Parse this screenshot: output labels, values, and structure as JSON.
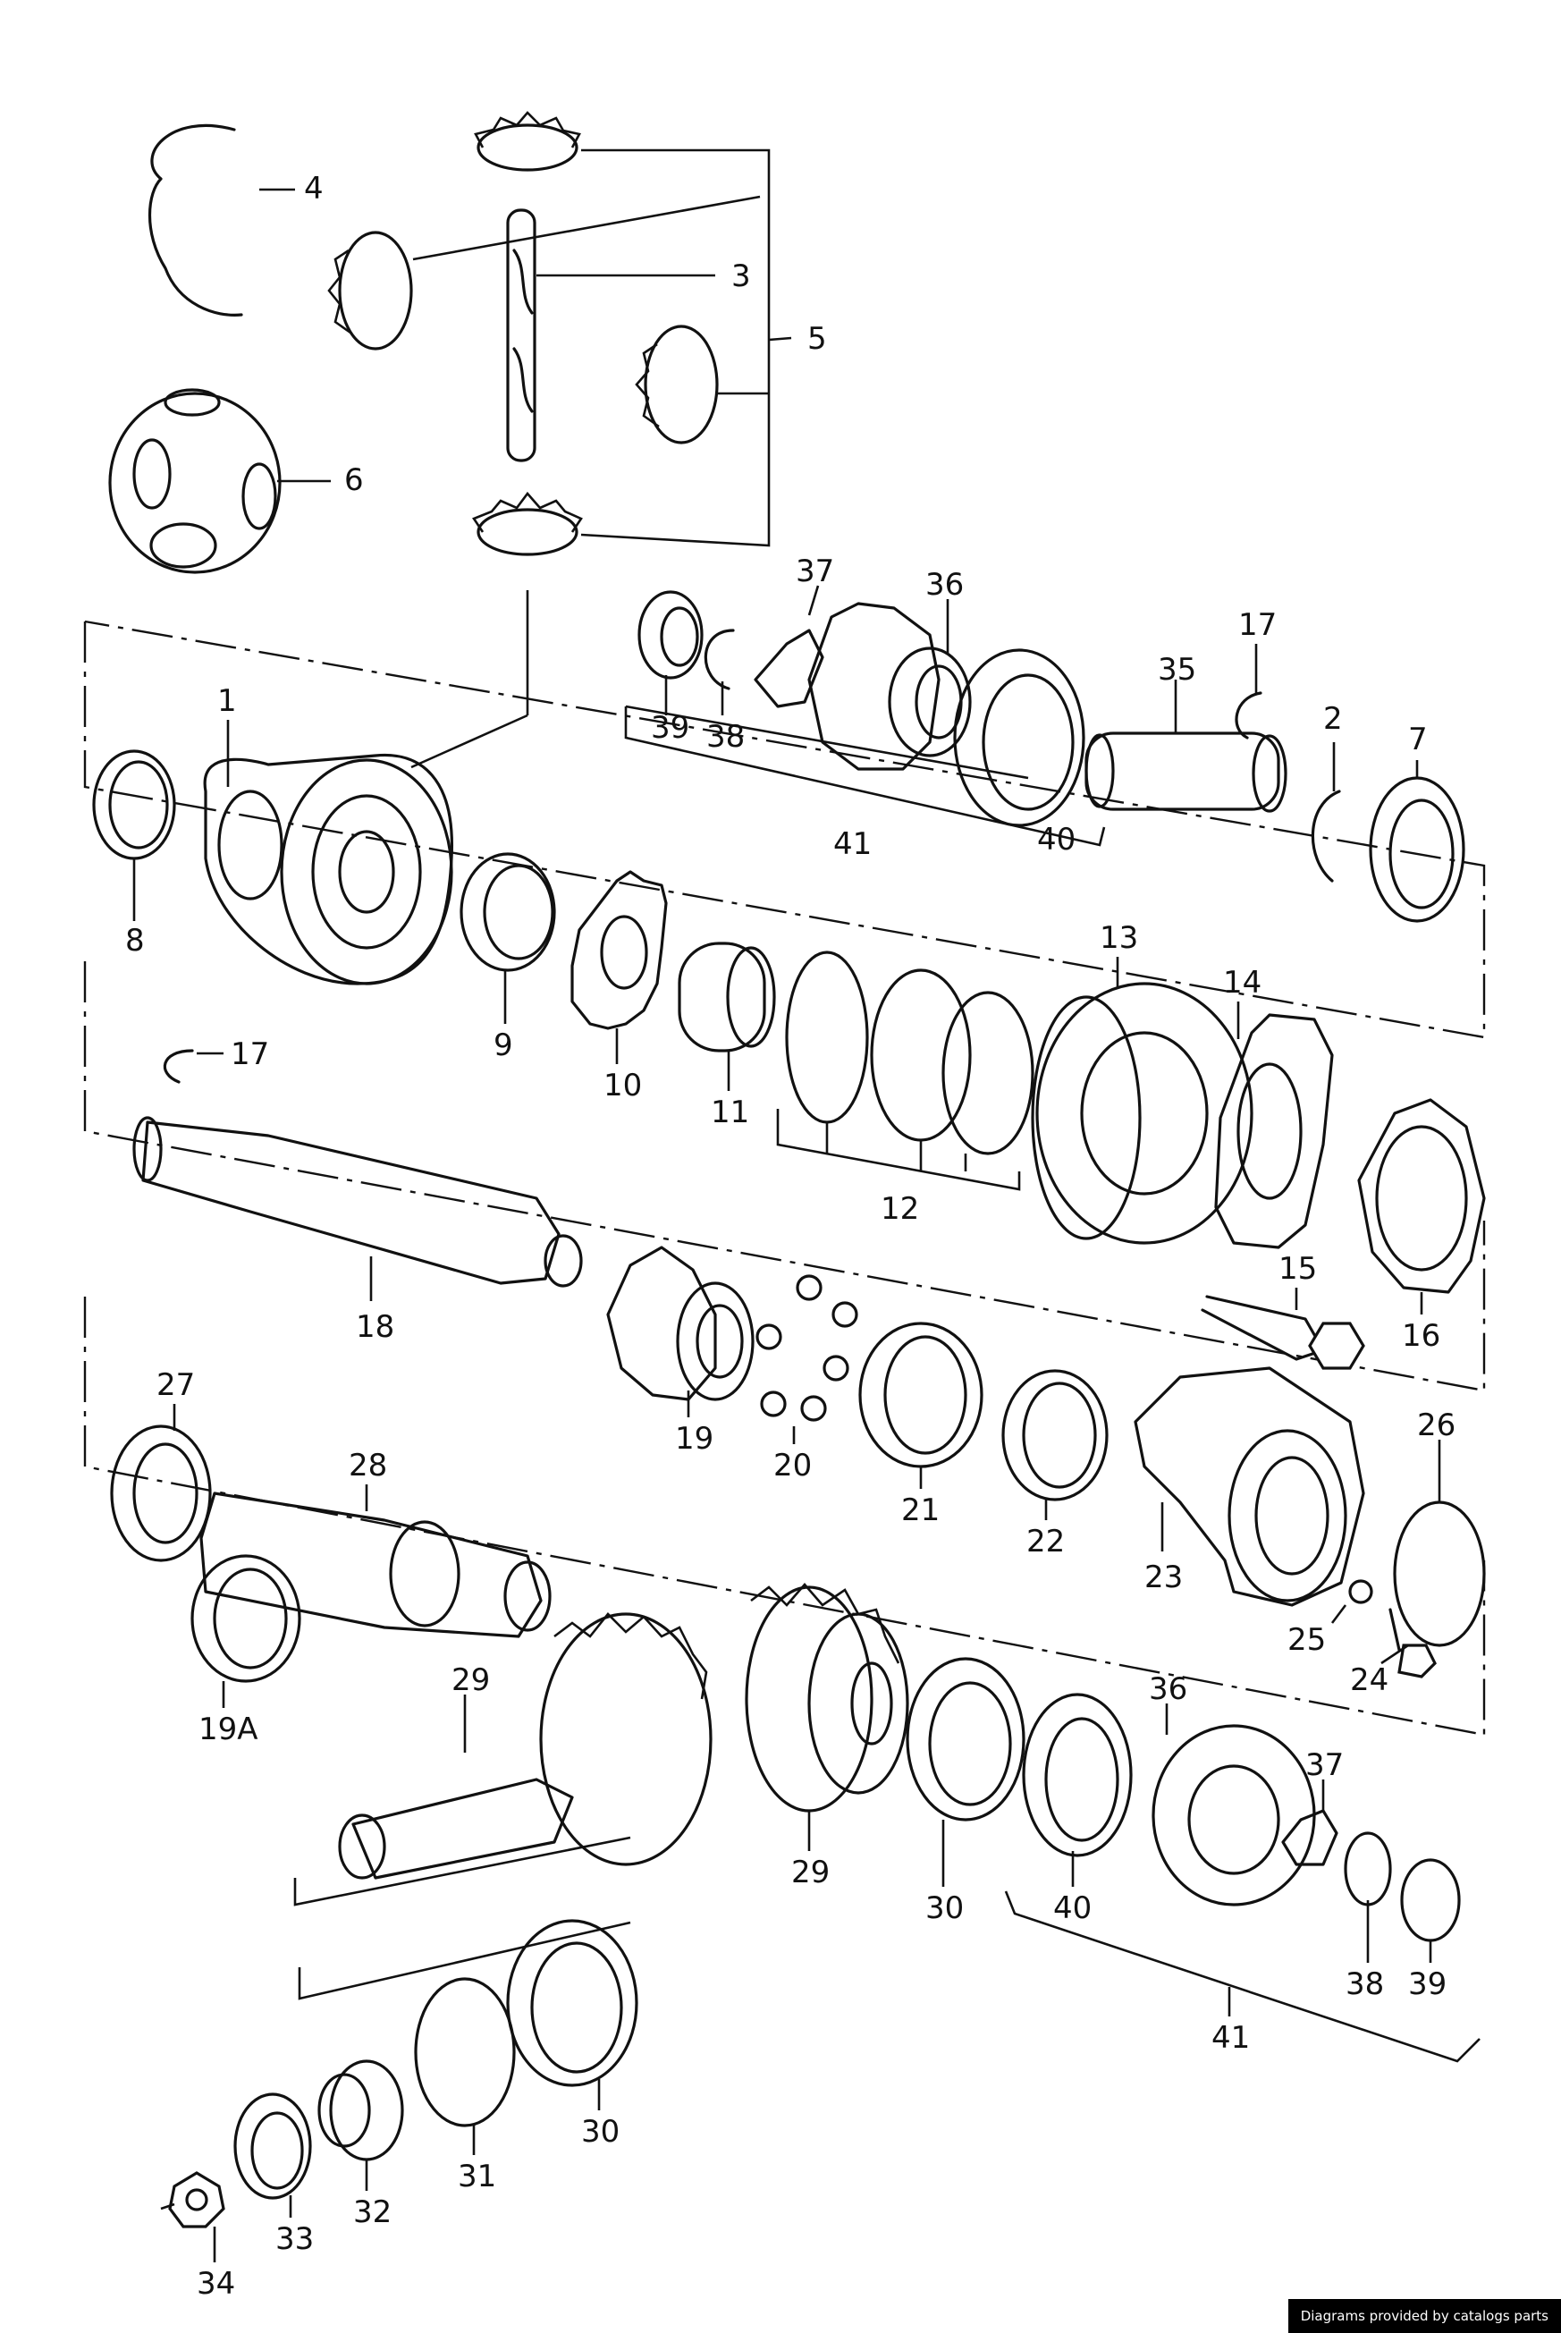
{
  "labels": {
    "l1": "1",
    "l2": "2",
    "l3": "3",
    "l4": "4",
    "l5": "5",
    "l6": "6",
    "l7": "7",
    "l8": "8",
    "l9": "9",
    "l10": "10",
    "l11": "11",
    "l12": "12",
    "l13": "13",
    "l14": "14",
    "l15": "15",
    "l16": "16",
    "l17a": "17",
    "l17b": "17",
    "l18": "18",
    "l19": "19",
    "l19a": "19A",
    "l20": "20",
    "l21": "21",
    "l22": "22",
    "l23": "23",
    "l24": "24",
    "l25": "25",
    "l26": "26",
    "l27": "27",
    "l28": "28",
    "l29a": "29",
    "l29b": "29",
    "l30a": "30",
    "l30b": "30",
    "l31": "31",
    "l32": "32",
    "l33": "33",
    "l34": "34",
    "l35": "35",
    "l36a": "36",
    "l36b": "36",
    "l37a": "37",
    "l37b": "37",
    "l38a": "38",
    "l38b": "38",
    "l39a": "39",
    "l39b": "39",
    "l40a": "40",
    "l40b": "40",
    "l41a": "41",
    "l41b": "41"
  },
  "watermark": "Diagrams provided by catalogs parts"
}
